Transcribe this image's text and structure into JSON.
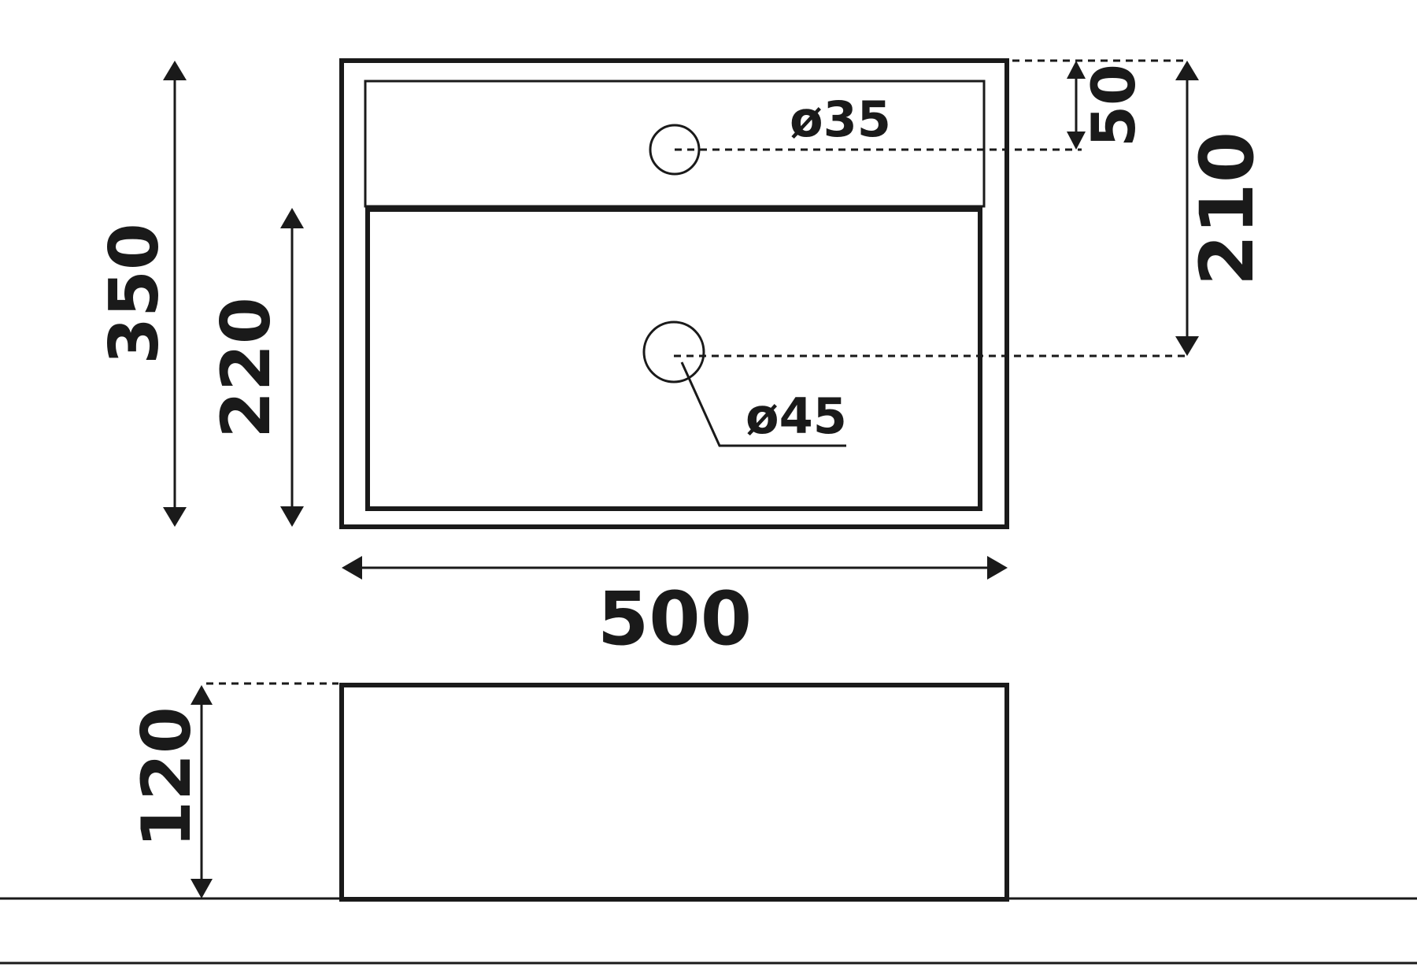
{
  "top_view": {
    "width_label": "500",
    "depth_label": "350",
    "bowl_depth_label": "220",
    "tap_offset_label": "50",
    "drain_offset_label": "210",
    "tap_hole_label": "ø35",
    "drain_hole_label": "ø45"
  },
  "side_view": {
    "height_label": "120"
  },
  "colors": {
    "line": "#1a1a1a",
    "background": "#ffffff"
  }
}
